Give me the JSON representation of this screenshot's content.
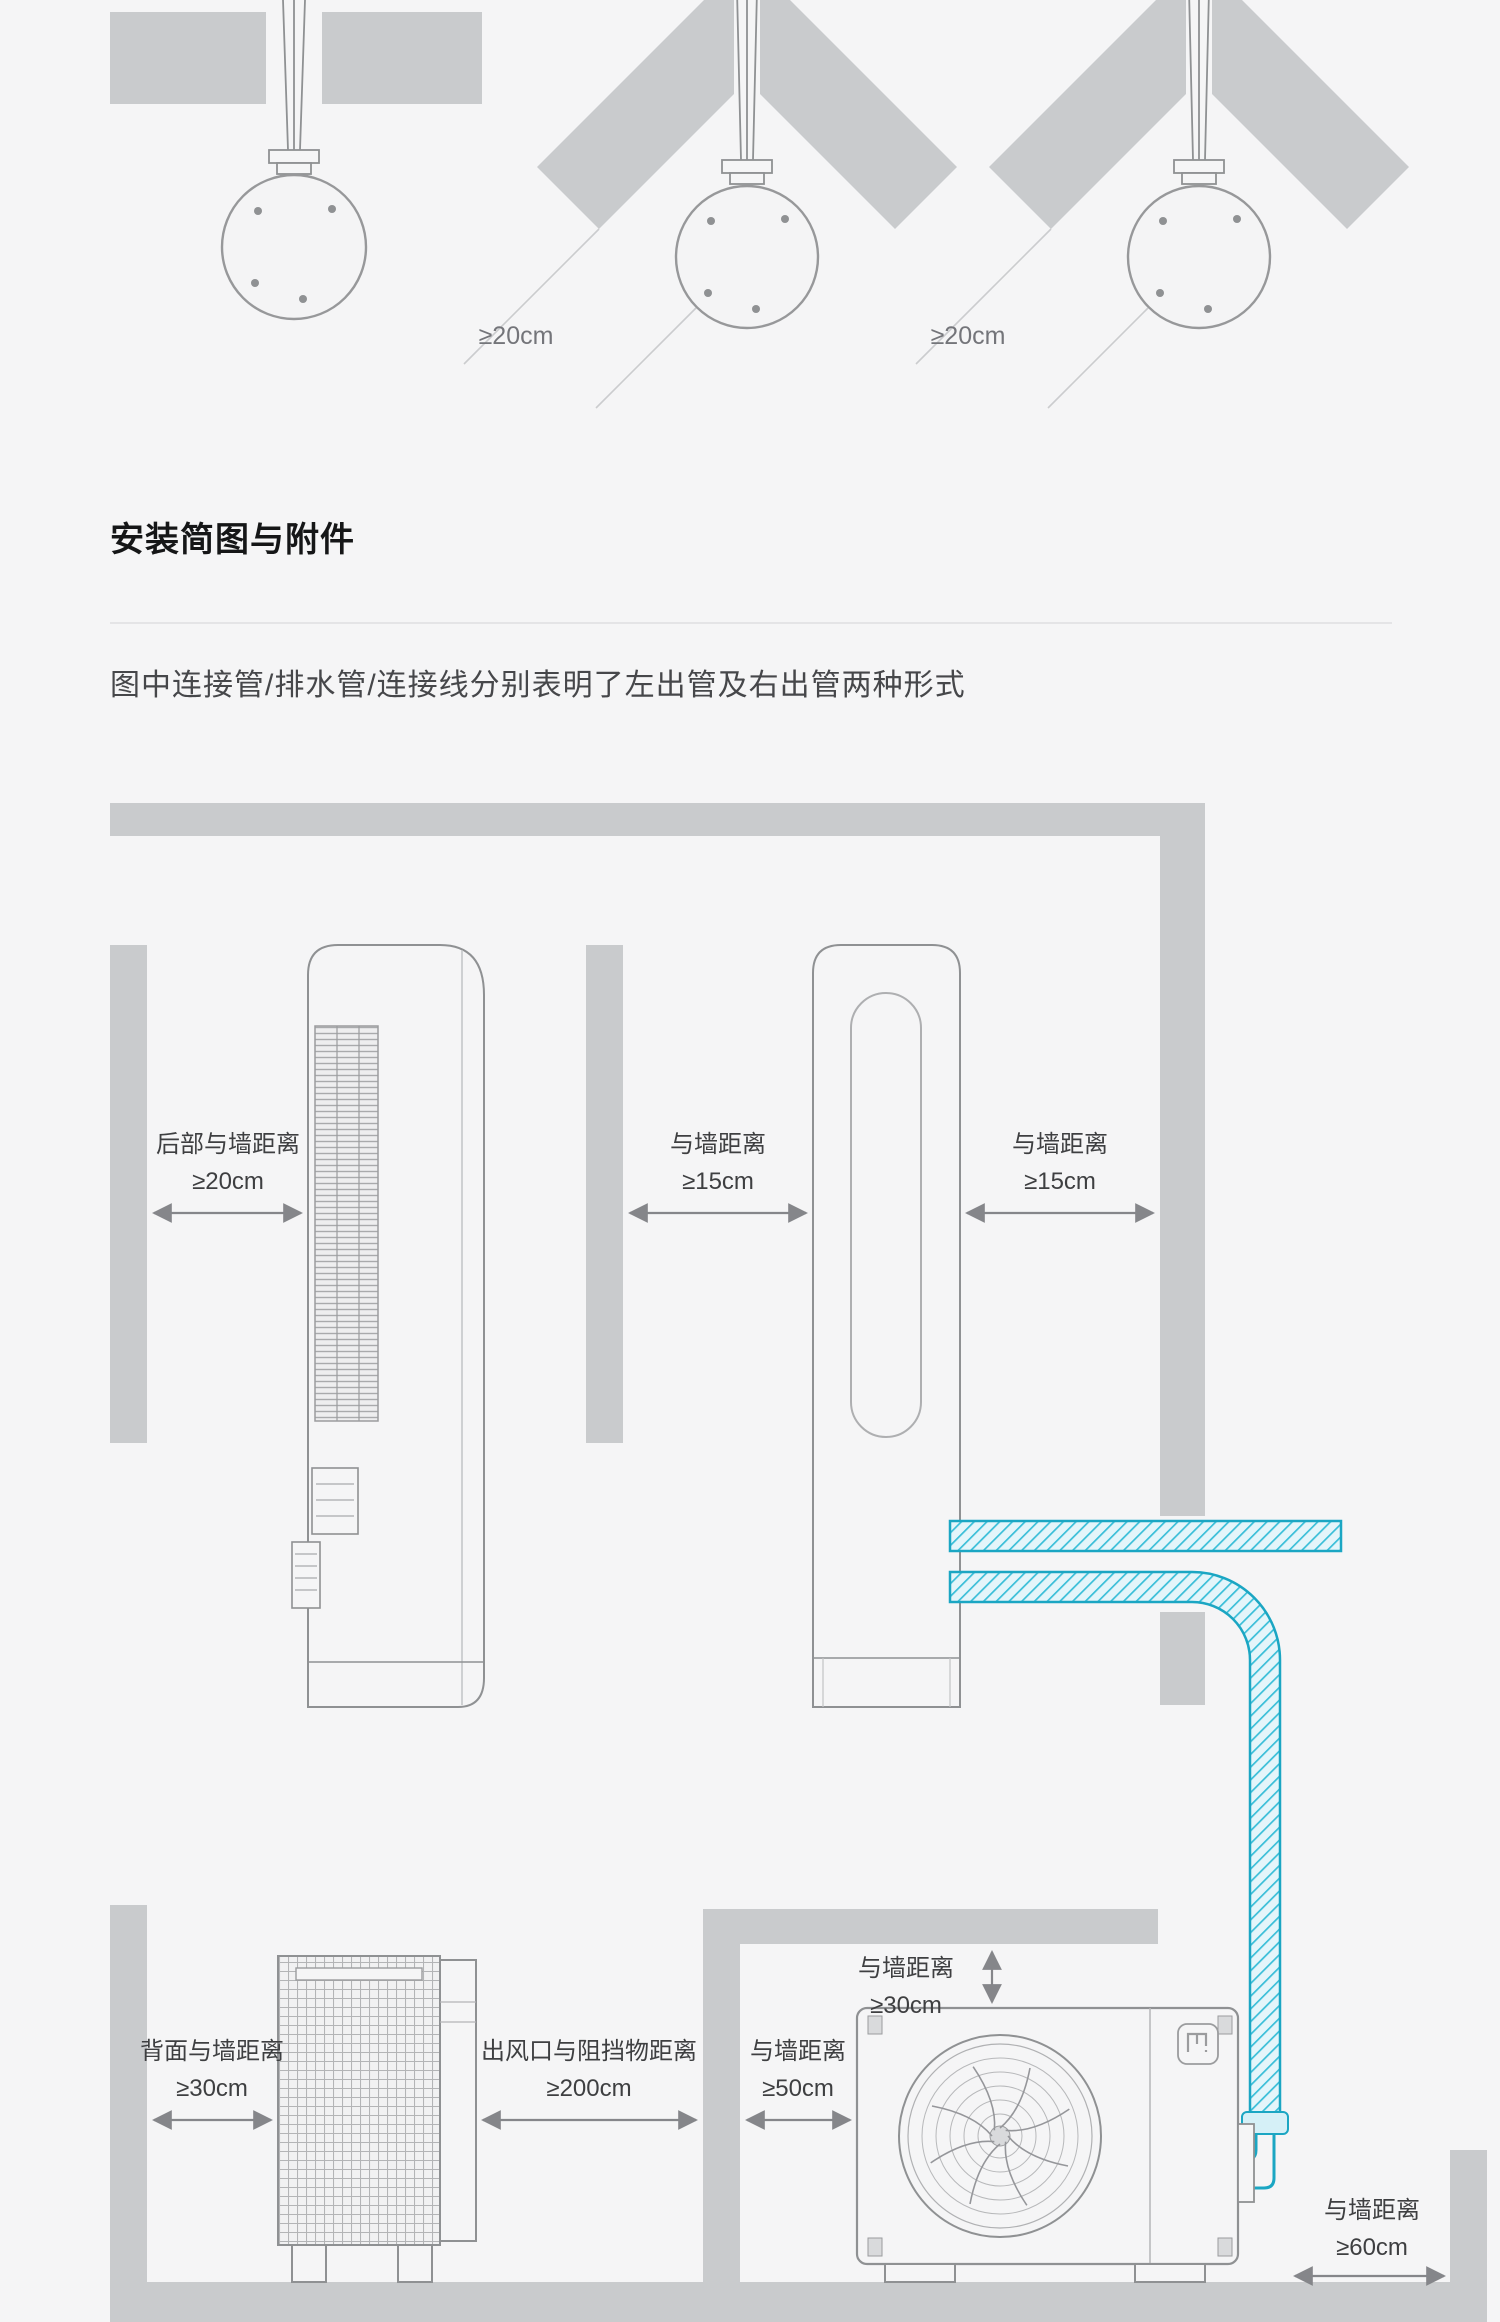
{
  "top_diagrams": {
    "clearance_left": "≥20cm",
    "clearance_right": "≥20cm"
  },
  "section": {
    "title": "安装简图与附件",
    "description": "图中连接管/排水管/连接线分别表明了左出管及右出管两种形式"
  },
  "diagram": {
    "rear_clearance": {
      "line1": "后部与墙距离",
      "line2": "≥20cm"
    },
    "wall_clearance_left": {
      "line1": "与墙距离",
      "line2": "≥15cm"
    },
    "wall_clearance_right": {
      "line1": "与墙距离",
      "line2": "≥15cm"
    },
    "outdoor_top_clearance": {
      "line1": "与墙距离",
      "line2": "≥30cm"
    },
    "outdoor_rear_clearance": {
      "line1": "背面与墙距离",
      "line2": "≥30cm"
    },
    "outlet_clearance": {
      "line1": "出风口与阻挡物距离",
      "line2": "≥200cm"
    },
    "outdoor_side_clearance": {
      "line1": "与墙距离",
      "line2": "≥50cm"
    },
    "outdoor_right_clearance": {
      "line1": "与墙距离",
      "line2": "≥60cm"
    }
  },
  "colors": {
    "wall": "#c9cbcd",
    "pipe_accent": "#1ba6c3",
    "pipe_fill": "#e4f5fa"
  }
}
